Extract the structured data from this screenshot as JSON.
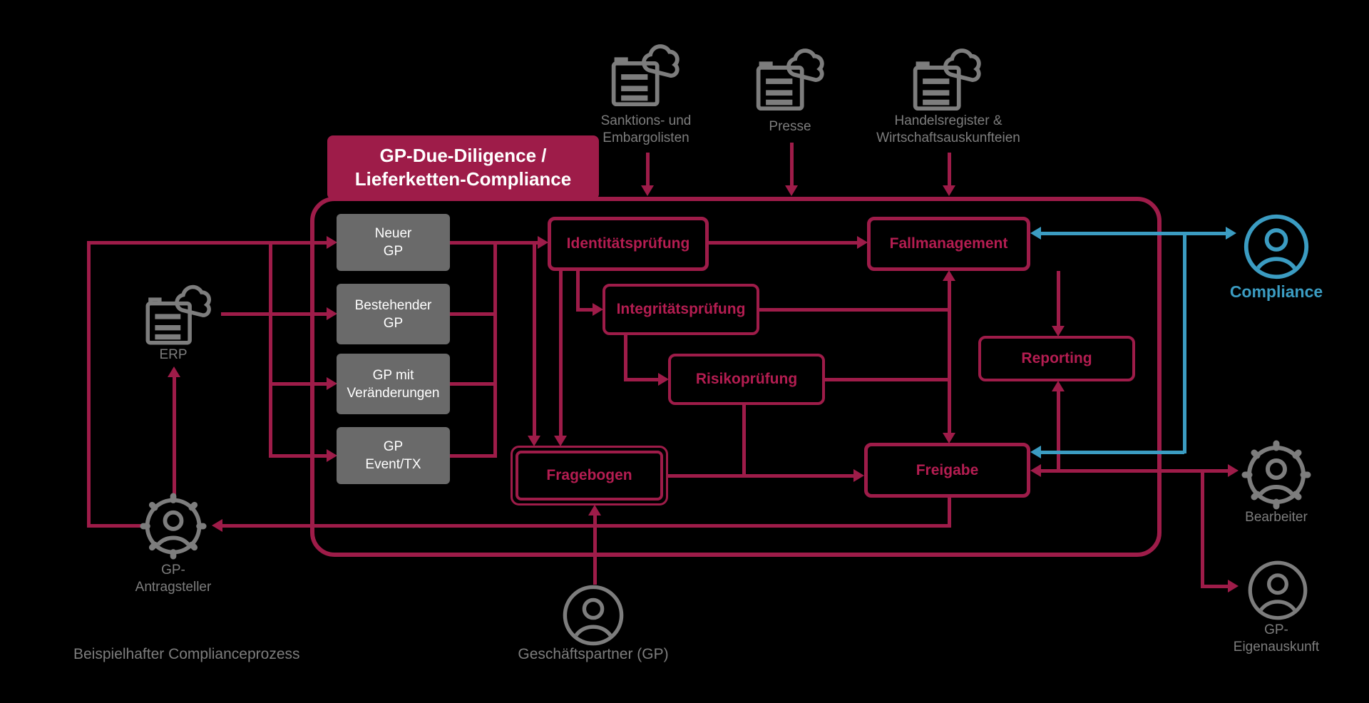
{
  "title": {
    "line1": "GP-Due-Diligence /",
    "line2": "Lieferketten-Compliance"
  },
  "sources": [
    {
      "line1": "Sanktions- und",
      "line2": "Embargolisten"
    },
    {
      "line1": "Presse"
    },
    {
      "line1": "Handelsregister &",
      "line2": "Wirtschaftsauskunfteien"
    }
  ],
  "triggers": [
    {
      "line1": "Neuer",
      "line2": "GP"
    },
    {
      "line1": "Bestehender",
      "line2": "GP"
    },
    {
      "line1": "GP mit",
      "line2": "Veränderungen"
    },
    {
      "line1": "GP",
      "line2": "Event/TX"
    }
  ],
  "process": {
    "identity": "Identitätsprüfung",
    "case_management": "Fallmanagement",
    "integrity": "Integritätsprüfung",
    "risk": "Risikoprüfung",
    "questionnaire": "Fragebogen",
    "reporting": "Reporting",
    "approval": "Freigabe"
  },
  "actors": {
    "erp": "ERP",
    "compliance": "Compliance",
    "processor": "Bearbeiter",
    "self_disclosure": {
      "line1": "GP-",
      "line2": "Eigenauskunft"
    },
    "requester": {
      "line1": "GP-",
      "line2": "Antragsteller"
    },
    "business_partner": "Geschäftspartner (GP)"
  },
  "caption": "Beispielhafter Complianceprozess",
  "colors": {
    "crimson": "#9e1c49",
    "blue": "#3b9cc2",
    "gray": "#7d7d7d",
    "box_gray": "#6a6a6a"
  }
}
